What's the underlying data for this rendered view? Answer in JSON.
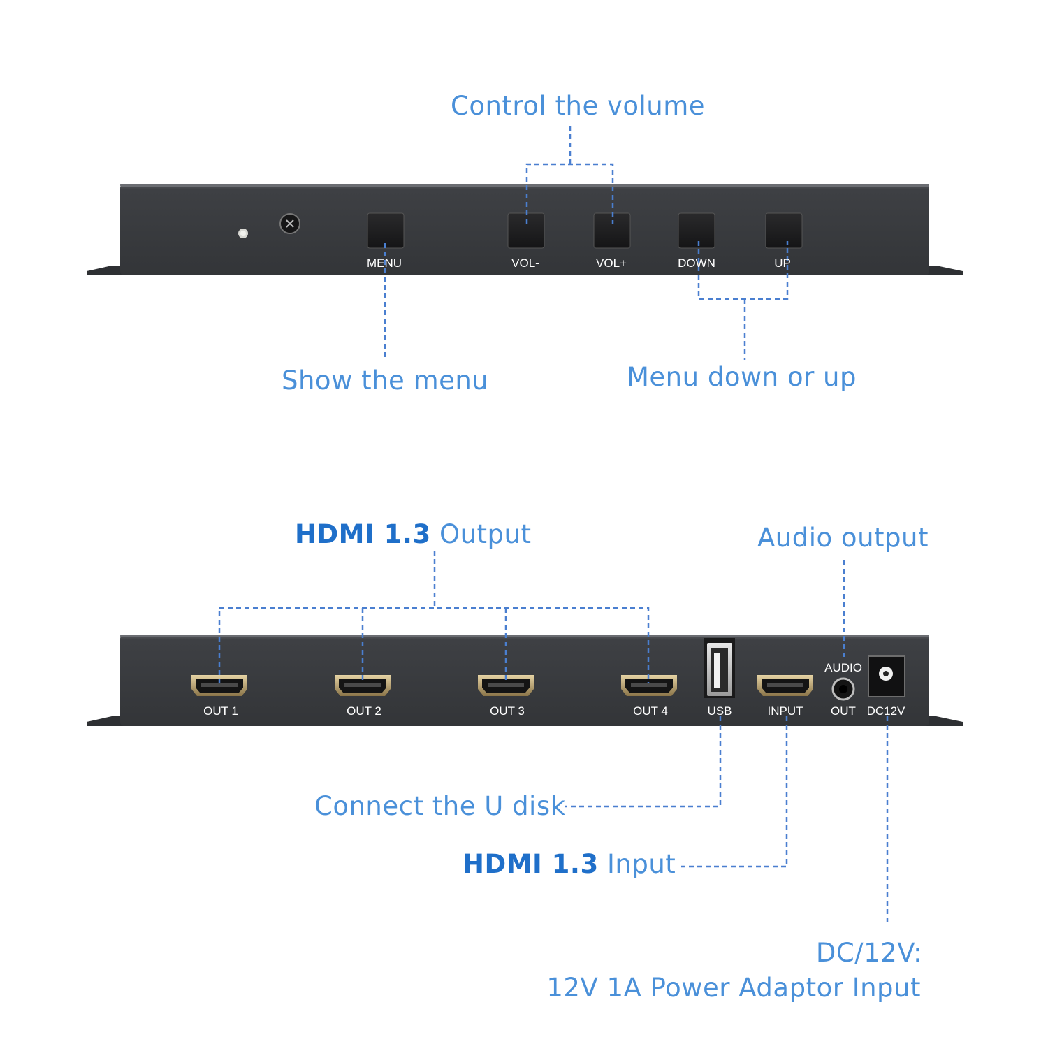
{
  "front_panel": {
    "buttons": [
      "MENU",
      "VOL-",
      "VOL+",
      "DOWN",
      "UP"
    ],
    "callouts": {
      "volume": "Control the volume",
      "menu": "Show the menu",
      "navigate": "Menu down or up"
    }
  },
  "rear_panel": {
    "ports": [
      "OUT 1",
      "OUT 2",
      "OUT 3",
      "OUT 4",
      "USB",
      "INPUT",
      "OUT",
      "DC12V"
    ],
    "audio_label": "AUDIO",
    "callouts": {
      "hdmi_output_strong": "HDMI 1.3",
      "hdmi_output_rest": "Output",
      "audio": "Audio output",
      "usb": "Connect the U disk",
      "hdmi_input_strong": "HDMI 1.3",
      "hdmi_input_rest": "Input",
      "dc_title": "DC/12V:",
      "dc_desc": "12V 1A Power Adaptor Input"
    }
  },
  "colors": {
    "callout_text": "#4a90d9",
    "callout_strong": "#1f6fc9",
    "leader_line": "#4a7fd0",
    "panel": "#3a3c40",
    "button": "#1c1c1d"
  }
}
